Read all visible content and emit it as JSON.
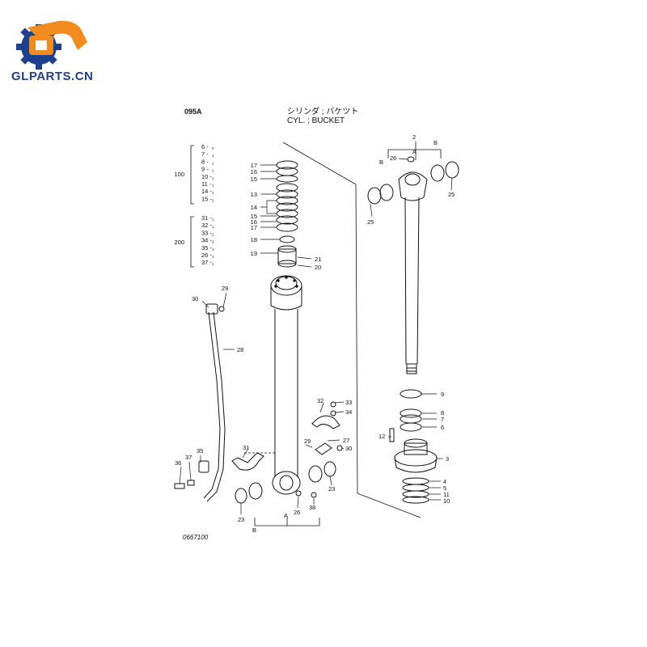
{
  "brand": {
    "name": "GLPARTS.CN",
    "color_orange": "#f28c1e",
    "color_blue": "#1f3f8f"
  },
  "header": {
    "code": "095A",
    "title_jp": "シリンダ ; バケツト",
    "title_en": "CYL. ; BUCKET"
  },
  "drawing_no": "0667100",
  "groups": [
    {
      "label": "100",
      "items": [
        "6",
        "7",
        "8",
        "9",
        "10",
        "11",
        "14",
        "15"
      ],
      "qty": [
        "4",
        "1",
        "1",
        "1",
        "1",
        "1",
        "1",
        "2"
      ]
    },
    {
      "label": "200",
      "items": [
        "31",
        "32",
        "33",
        "34",
        "35",
        "26",
        "37"
      ],
      "qty": [
        "1",
        "1",
        "2",
        "2",
        "1",
        "1",
        "1"
      ]
    }
  ],
  "seal_callouts": [
    "17",
    "16",
    "15",
    "13",
    "14",
    "15",
    "16",
    "17",
    "18",
    "19"
  ],
  "callouts": {
    "c21": "21",
    "c20": "20",
    "c29a": "29",
    "c30a": "30",
    "c28": "28",
    "c2": "2",
    "cA1": "A",
    "c26a": "26",
    "cB1": "B",
    "cB2": "B",
    "c25a": "25",
    "c25b": "25",
    "c9": "9",
    "c8": "8",
    "c7": "7",
    "c6": "6",
    "c12": "12",
    "c3": "3",
    "c4": "4",
    "c5": "5",
    "c11": "11",
    "c10": "10",
    "c32": "32",
    "c33": "33",
    "c34": "34",
    "c31": "31",
    "c27": "27",
    "c30b": "30",
    "c29b": "29",
    "c35": "35",
    "c37": "37",
    "c36": "36",
    "c23a": "23",
    "c23b": "23",
    "cA2": "A",
    "c26b": "26",
    "c38": "38",
    "cB3": "B"
  }
}
